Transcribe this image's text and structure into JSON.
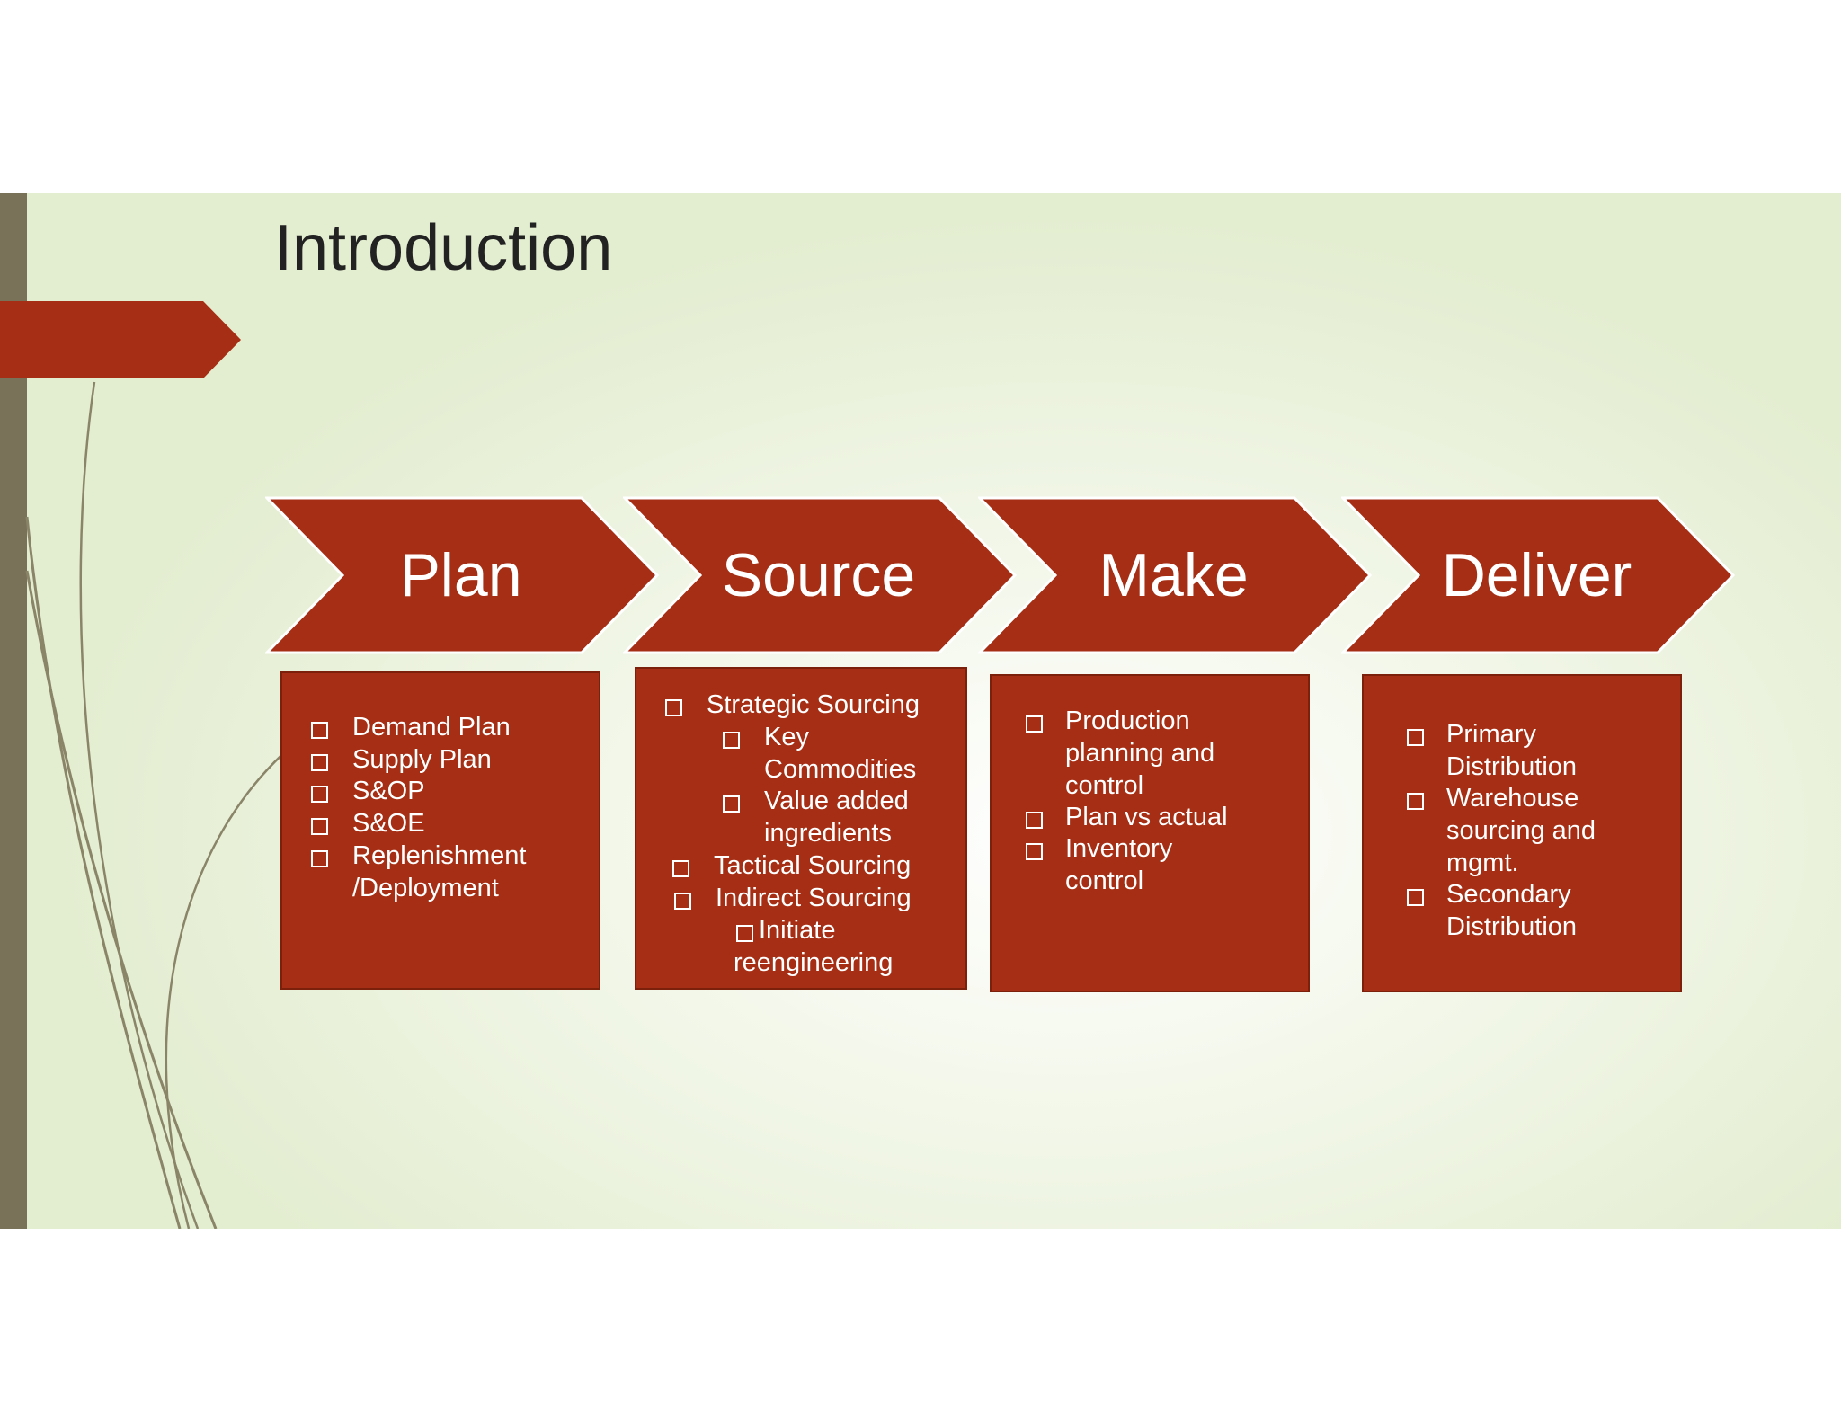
{
  "slide": {
    "title": "Introduction",
    "colors": {
      "accent": "#a52e14",
      "side_bar": "#7a7159",
      "background": "#e3edd0",
      "text": "#ffffff"
    }
  },
  "stages": [
    {
      "label": "Plan",
      "lines": [
        "Demand Plan",
        "Supply Plan",
        "S&OP",
        "S&OE",
        "Replenishment",
        "/Deployment"
      ]
    },
    {
      "label": "Source",
      "lines": [
        "Strategic Sourcing",
        "Key",
        "Commodities",
        "Value added",
        "ingredients",
        "Tactical Sourcing",
        "Indirect Sourcing",
        "Initiate",
        "reengineering"
      ]
    },
    {
      "label": "Make",
      "lines": [
        "Production",
        "planning and",
        "control",
        "Plan vs actual",
        "Inventory",
        "control"
      ]
    },
    {
      "label": "Deliver",
      "lines": [
        "Primary",
        "Distribution",
        "Warehouse",
        "sourcing and",
        "mgmt.",
        "Secondary",
        "Distribution"
      ]
    }
  ]
}
